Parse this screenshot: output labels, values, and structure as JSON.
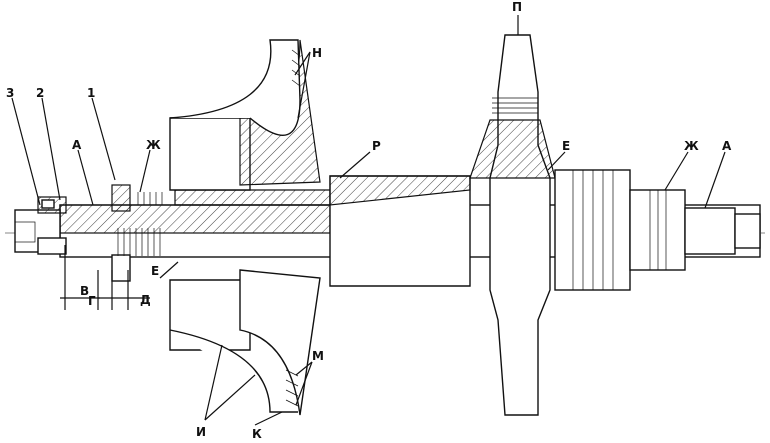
{
  "labels": {
    "p": "П",
    "n": "Н",
    "r": "Р",
    "e_right": "Е",
    "zh_right": "Ж",
    "a_right": "А",
    "num3": "3",
    "num2": "2",
    "num1": "1",
    "a_left": "А",
    "zh_left": "Ж",
    "v": "В",
    "g": "Г",
    "d": "Д",
    "e_left": "Е",
    "m": "М",
    "i": "И",
    "k": "К"
  }
}
